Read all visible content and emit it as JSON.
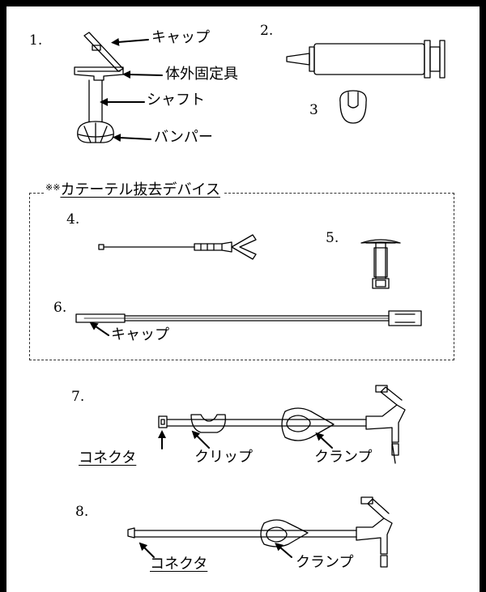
{
  "items": {
    "n1": "1.",
    "n2": "2.",
    "n3": "3",
    "n4": "4.",
    "n5": "5.",
    "n6": "6.",
    "n7": "7.",
    "n8": "8."
  },
  "labels": {
    "cap": "キャップ",
    "external_fixture": "体外固定具",
    "shaft": "シャフト",
    "bumper": "バンパー",
    "removal_device_prefix": "※※",
    "removal_device": "カテーテル抜去デバイス",
    "cap6": "キャップ",
    "connector7": "コネクタ",
    "clip": "クリップ",
    "clamp7": "クランプ",
    "connector8": "コネクタ",
    "clamp8": "クランプ"
  }
}
